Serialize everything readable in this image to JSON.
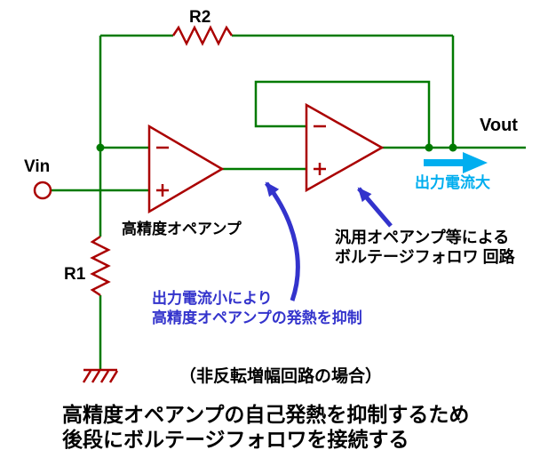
{
  "colors": {
    "wire_green": "#007A00",
    "component_red": "#AA0000",
    "annotation_blue": "#3333CC",
    "annotation_cyan": "#00AEEF",
    "text_black": "#000000",
    "background": "#FFFFFF"
  },
  "labels": {
    "r2": "R2",
    "r1": "R1",
    "vin": "Vin",
    "vout": "Vout",
    "opamp1": "高精度オペアンプ"
  },
  "annotations": {
    "output_current_large": "出力電流大",
    "general_opamp_line1": "汎用オペアンプ等による",
    "general_opamp_line2": "ボルテージフォロワ 回路",
    "low_current_line1": "出力電流小により",
    "low_current_line2": "高精度オペアンプの発熱を抑制",
    "note": "（非反転増幅回路の場合）"
  },
  "caption": {
    "line1": "高精度オペアンプの自己発熱を抑制するため",
    "line2": "後段にボルテージフォロワを接続する"
  }
}
